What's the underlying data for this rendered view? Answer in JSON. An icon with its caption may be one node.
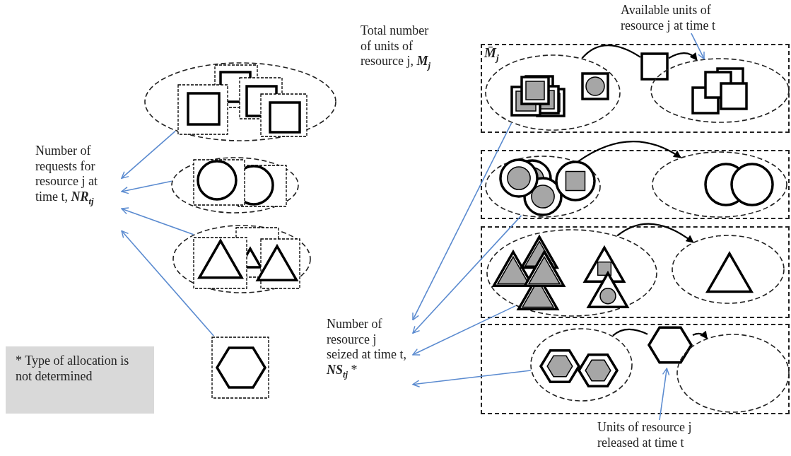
{
  "diagram": {
    "nodes": [
      {
        "text": [
          "Number of requests for resource j at time t, **NR**$_{tj}$"
        ]
      },
      {
        "text": [],
        "shape": "ellipse"
      },
      {
        "text": [],
        "shape": "ellipse"
      },
      {
        "text": [],
        "shape": "ellipse"
      },
      {
        "text": [],
        "shape": "hexagon"
      },
      {
        "text": [
          "* Type of allocation is not determined"
        ]
      },
      {
        "text": [
          "Total number of units of resource j, **M**$_{j}$"
        ]
      },
      {
        "text": [
          "Available units of resource j at time t"
        ]
      },
      {
        "text": [
          "M̄$_{j}$"
        ]
      },
      {
        "text": [],
        "shape": "ellipse",
        "in": 8
      },
      {
        "text": [],
        "shape": "square",
        "in": 8
      },
      {
        "text": [],
        "shape": "ellipse",
        "in": 8
      },
      {
        "text": [],
        "shape": "box"
      },
      {
        "text": [],
        "shape": "ellipse",
        "in": 12
      },
      {
        "text": [],
        "shape": "ellipse",
        "in": 12
      },
      {
        "text": [],
        "shape": "box"
      },
      {
        "text": [],
        "shape": "ellipse",
        "in": 15
      },
      {
        "text": [],
        "shape": "ellipse",
        "in": 15
      },
      {
        "text": [],
        "shape": "box"
      },
      {
        "text": [],
        "shape": "ellipse",
        "in": 18
      },
      {
        "text": [],
        "shape": "hexagon",
        "in": 18
      },
      {
        "text": [],
        "shape": "ellipse",
        "in": 18
      },
      {
        "text": [
          "Number of resource j seized at time t, **NS**$_{tj}$ *"
        ]
      },
      {
        "text": [
          "Units of resource j released at time t"
        ]
      }
    ],
    "edges": [
      {
        "from": 1,
        "to": 0,
        "arrow": "to"
      },
      {
        "from": 2,
        "to": 0,
        "arrow": "to"
      },
      {
        "from": 3,
        "to": 0,
        "arrow": "to"
      },
      {
        "from": 4,
        "to": 0,
        "arrow": "to"
      },
      {
        "from": 7,
        "to": 11,
        "arrow": "to"
      },
      {
        "from": 9,
        "to": 10,
        "arrow": "none",
        "color": "#000000"
      },
      {
        "from": 10,
        "to": 11,
        "arrow": "to",
        "color": "#000000"
      },
      {
        "from": 13,
        "to": 14,
        "arrow": "to",
        "color": "#000000"
      },
      {
        "from": 16,
        "to": 17,
        "arrow": "to",
        "color": "#000000"
      },
      {
        "from": 19,
        "to": 20,
        "arrow": "none",
        "color": "#000000"
      },
      {
        "from": 20,
        "to": 21,
        "arrow": "to",
        "color": "#000000"
      },
      {
        "from": 9,
        "to": 22,
        "arrow": "to"
      },
      {
        "from": 13,
        "to": 22,
        "arrow": "to"
      },
      {
        "from": 16,
        "to": 22,
        "arrow": "to"
      },
      {
        "from": 19,
        "to": 22,
        "arrow": "to"
      },
      {
        "from": 23,
        "to": 20,
        "arrow": "to"
      }
    ]
  }
}
